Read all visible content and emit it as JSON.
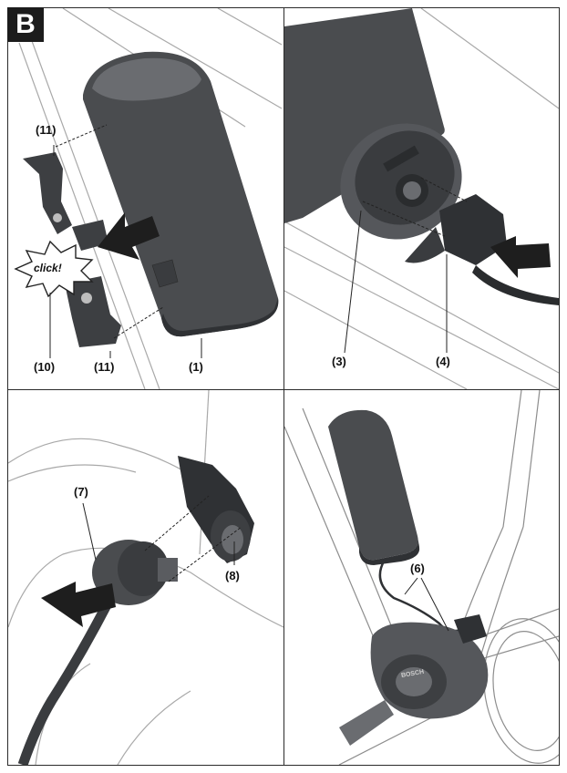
{
  "figure": {
    "badge": "B",
    "panels": [
      {
        "id": "top-left",
        "labels": {
          "bracket_top": "(11)",
          "click": "click!",
          "lock": "(10)",
          "bracket_bottom": "(11)",
          "battery": "(1)"
        }
      },
      {
        "id": "top-right",
        "labels": {
          "port": "(3)",
          "plug": "(4)"
        }
      },
      {
        "id": "bottom-left",
        "labels": {
          "plug": "(7)",
          "socket": "(8)"
        }
      },
      {
        "id": "bottom-right",
        "labels": {
          "cable": "(6)"
        },
        "motor_logo": "BOSCH"
      }
    ]
  },
  "colors": {
    "battery_body": "#4a4c4f",
    "battery_dark": "#2f3134",
    "arrow_fill": "#1e1e1e",
    "line": "#2b2b2b",
    "frame_line": "#a9a9a9"
  }
}
